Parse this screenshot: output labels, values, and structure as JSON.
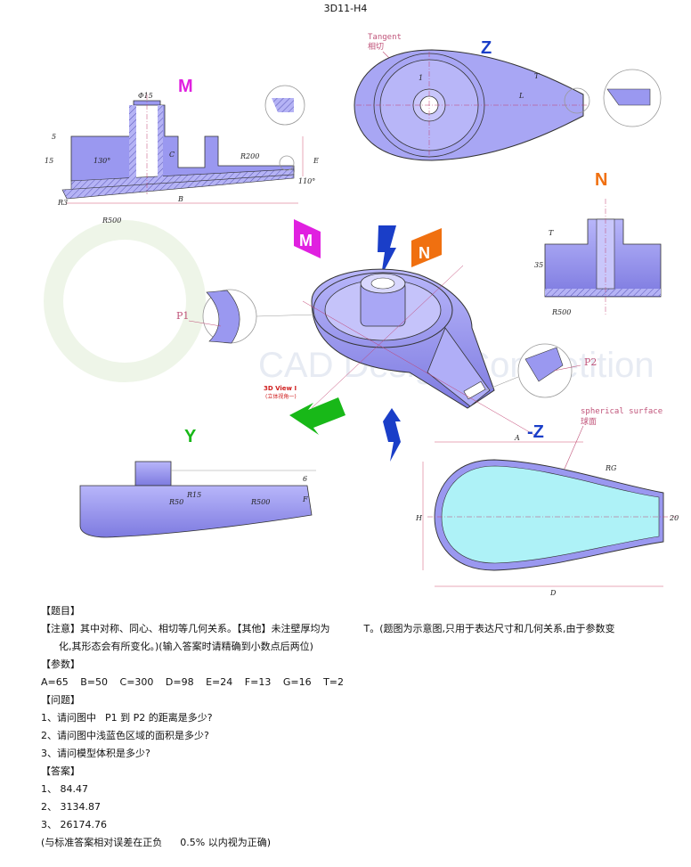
{
  "page": {
    "title": "3D11-H4"
  },
  "views": {
    "M": "M",
    "Z": "Z",
    "N": "N",
    "Y": "Y",
    "negZ": "-Z",
    "iso_caption": "3D View I",
    "iso_caption_cn": "(立体视角一)"
  },
  "annotations": {
    "tangent_en": "Tangent",
    "tangent_cn": "相切",
    "p1": "P1",
    "p2": "P2",
    "spherical_en": "spherical surface",
    "spherical_cn": "球面",
    "watermark_en": "CAD Design Competition"
  },
  "dims": {
    "phi15": "Φ15",
    "n5": "5",
    "n15": "15",
    "c": "C",
    "r200": "R200",
    "e": "E",
    "a130": "130°",
    "a110": "110°",
    "r3": "R3",
    "r500": "R500",
    "b": "B",
    "t": "T",
    "n35": "35",
    "r50": "R50",
    "n6": "6",
    "r15": "R15",
    "f": "F",
    "a": "A",
    "h": "H",
    "rg": "RG",
    "n20": "20",
    "d": "D",
    "one": "1",
    "l": "L"
  },
  "sections": {
    "title_h": "【题目】",
    "note_1": "【注意】其中对称、同心、相切等几何关系。【其他】未注壁厚均为",
    "note_t": "T。(题图为示意图,只用于表达尺寸和几何关系,由于参数变",
    "note_2": "化,其形态会有所变化。)(输入答案时请精确到小数点后两位)",
    "params_h": "【参数】",
    "params": [
      "A=65",
      "B=50",
      "C=300",
      "D=98",
      "E=24",
      "F=13",
      "G=16",
      "T=2"
    ],
    "questions_h": "【问题】",
    "q1a": "1、请问图中",
    "q1b": "P1 到 P2 的距离是多少?",
    "q2": "2、请问图中浅蓝色区域的面积是多少?",
    "q3": "3、请问模型体积是多少?",
    "answers_h": "【答案】",
    "a1": "1、 84.47",
    "a2": "2、 3134.87",
    "a3": "3、 26174.76",
    "tol_a": "(与标准答案相对误差在正负",
    "tol_b": "0.5% 以内视为正确)"
  },
  "colors": {
    "part": "#9a98f0",
    "part_dark": "#6d6ad6",
    "hatch": "#5a57b8",
    "cyan": "#aef2f7",
    "M": "#e020e0",
    "Z": "#1a3ec8",
    "N": "#f07010",
    "Y": "#18b818",
    "annot": "#c0547a",
    "dimline": "#d05070"
  }
}
